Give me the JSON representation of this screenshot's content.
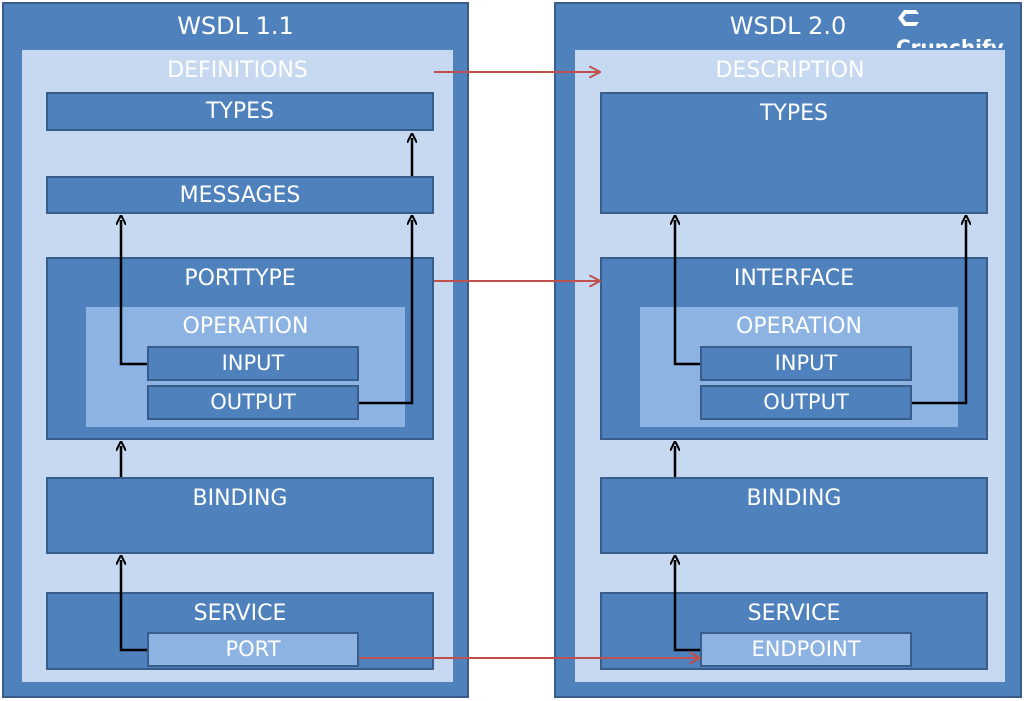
{
  "brand": {
    "name": "Crunchify",
    "logo_icon": "crunchify-c-icon"
  },
  "left": {
    "title": "WSDL 1.1",
    "root": "DEFINITIONS",
    "types": "TYPES",
    "messages": "MESSAGES",
    "porttype": "PORTTYPE",
    "operation": "OPERATION",
    "input": "INPUT",
    "output": "OUTPUT",
    "binding": "BINDING",
    "service": "SERVICE",
    "port": "PORT"
  },
  "right": {
    "title": "WSDL 2.0",
    "root": "DESCRIPTION",
    "types": "TYPES",
    "interface": "INTERFACE",
    "operation": "OPERATION",
    "input": "INPUT",
    "output": "OUTPUT",
    "binding": "BINDING",
    "service": "SERVICE",
    "endpoint": "ENDPOINT"
  },
  "colors": {
    "block": "#4f81bd",
    "block_border": "#385d8a",
    "container": "#c6d9f0",
    "operation": "#8db3e2",
    "black_arrow": "#000000",
    "mapping_arrow": "#c0504d"
  }
}
